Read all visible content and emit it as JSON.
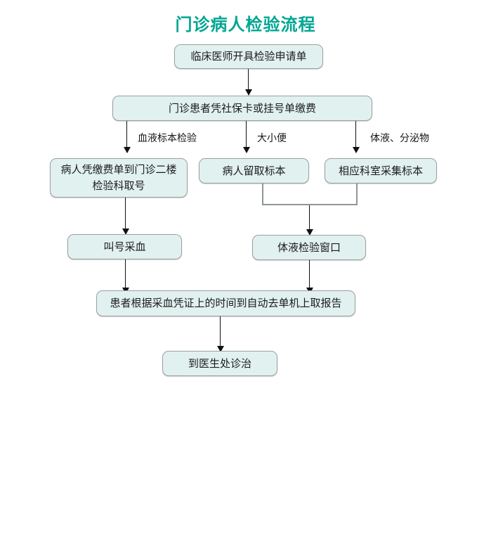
{
  "page": {
    "title": "门诊病人检验流程",
    "title_color": "#00a693",
    "background_color": "#ffffff"
  },
  "theme": {
    "box_fill": "#e1f1ef",
    "box_border": "#9aa0a0",
    "connector_color": "#111111",
    "merge_connector_color": "#8f9696",
    "text_color": "#1c1c1c"
  },
  "flowchart": {
    "type": "flowchart",
    "nodes": [
      {
        "id": "n1",
        "label": "临床医师开具检验申请单"
      },
      {
        "id": "n2",
        "label": "门诊患者凭社保卡或挂号单缴费"
      },
      {
        "id": "n3",
        "label_line1": "病人凭缴费单到门诊二楼",
        "label_line2": "检验科取号"
      },
      {
        "id": "n4",
        "label": "病人留取标本"
      },
      {
        "id": "n5",
        "label": "相应科室采集标本"
      },
      {
        "id": "n6",
        "label": "叫号采血"
      },
      {
        "id": "n7",
        "label": "体液检验窗口"
      },
      {
        "id": "n8",
        "label": "患者根据采血凭证上的时间到自动去单机上取报告"
      },
      {
        "id": "n9",
        "label": "到医生处诊治"
      }
    ],
    "edge_labels": [
      {
        "id": "e1",
        "label": "血液标本检验"
      },
      {
        "id": "e2",
        "label": "大小便"
      },
      {
        "id": "e3",
        "label": "体液、分泌物"
      }
    ]
  }
}
